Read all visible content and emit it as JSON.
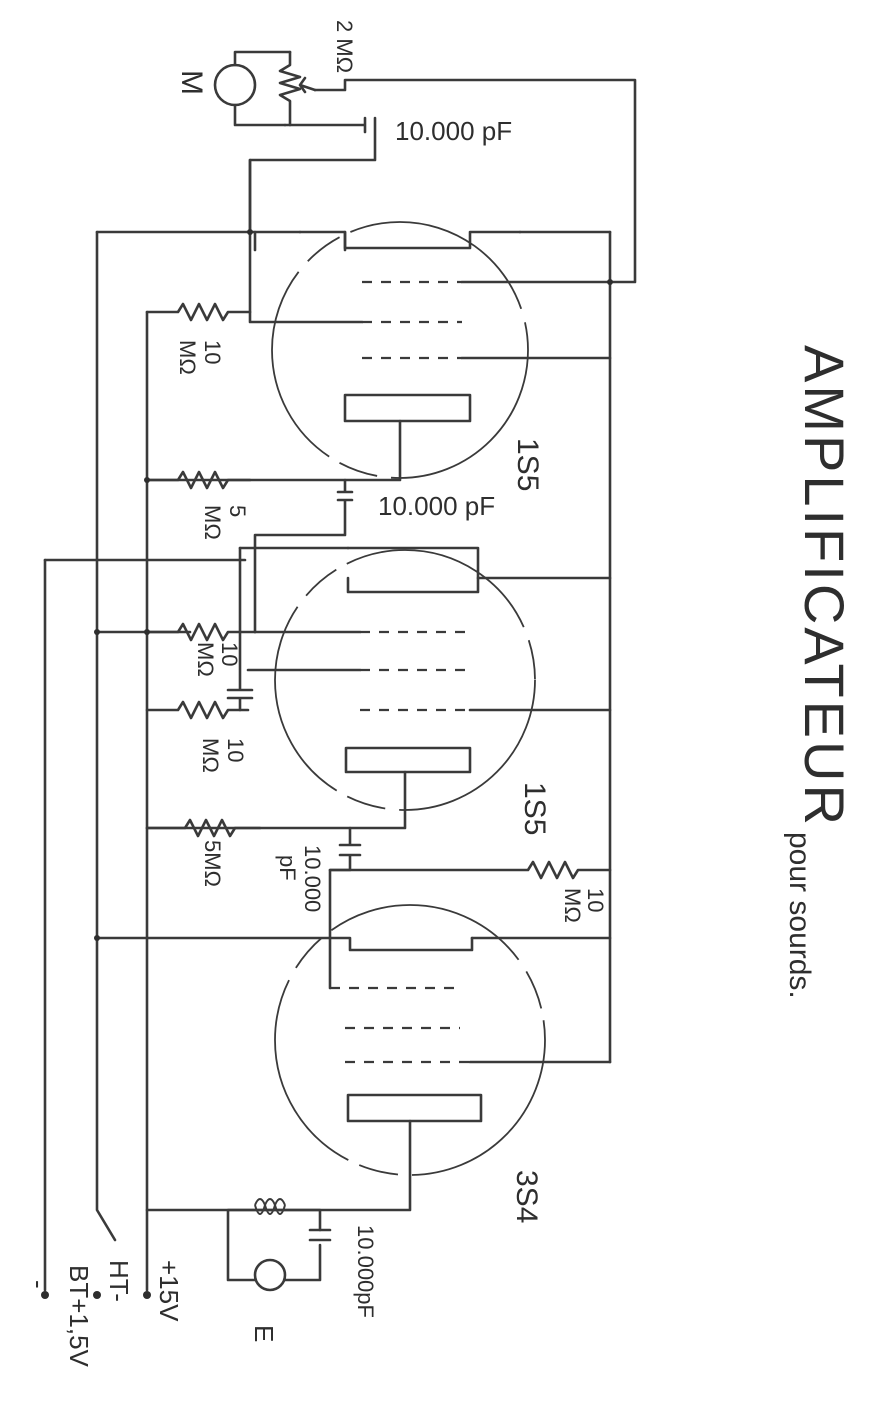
{
  "title": "AMPLIFICATEUR",
  "subtitle": "pour sourds.",
  "tubes": [
    "1S5",
    "1S5",
    "3S4"
  ],
  "capacitor_top": "10.000 pF",
  "capacitor_mid": "10.000 pF",
  "capacitor_low_1": "10.000",
  "capacitor_low_2": "pF",
  "capacitor_out": "10.000pF",
  "pot_value": "2 MΩ",
  "microphone": "M",
  "earphone": "E",
  "r_grid1": [
    "10",
    "MΩ"
  ],
  "r_couple1": [
    "5",
    "MΩ"
  ],
  "r_grid2a": [
    "10",
    "MΩ"
  ],
  "r_grid2b": [
    "10",
    "MΩ"
  ],
  "r_couple2": "5MΩ",
  "r_plate3": [
    "10",
    "MΩ"
  ],
  "supply": {
    "plus15": "+15V",
    "ht": "HT-",
    "bt": "BT+1,5V",
    "minus": "-"
  },
  "colors": {
    "ink": "#3a3a3a",
    "paper": "#ffffff"
  }
}
